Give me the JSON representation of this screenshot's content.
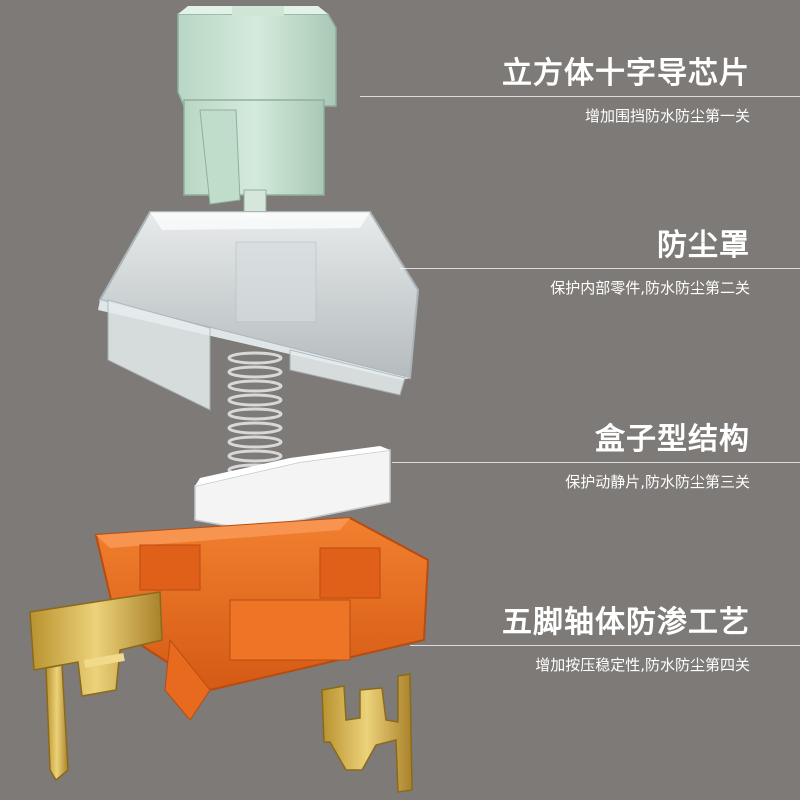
{
  "labels": [
    {
      "title": "立方体十字导芯片",
      "subtitle": "增加围挡防水防尘第一关"
    },
    {
      "title": "防尘罩",
      "subtitle": "保护内部零件,防水防尘第二关"
    },
    {
      "title": "盒子型结构",
      "subtitle": "保护动静片,防水防尘第三关"
    },
    {
      "title": "五脚轴体防渗工艺",
      "subtitle": "增加按压稳定性,防水防尘第四关"
    }
  ],
  "colors": {
    "background": "#7d7a77",
    "stem": "#c9e3d2",
    "housing_top": "#e8eef0",
    "slider": "#f2f2f2",
    "housing_bottom": "#e86a1f",
    "pins": "#d7b24a",
    "text": "#ffffff"
  }
}
